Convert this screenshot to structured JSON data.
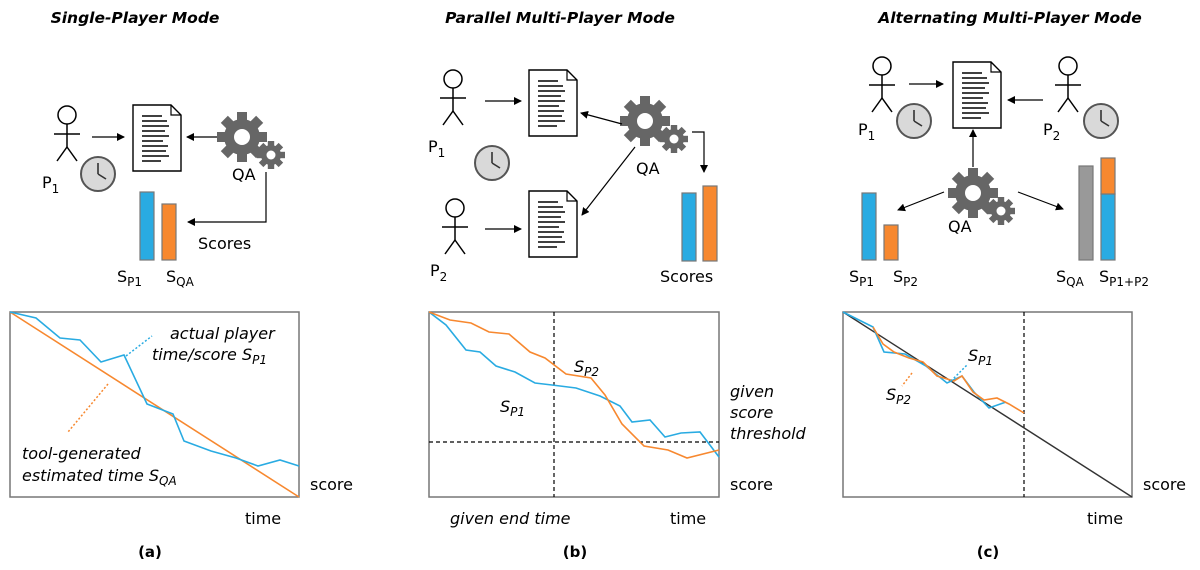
{
  "colors": {
    "blue": "#29abe2",
    "orange": "#f7882f",
    "gray": "#999999",
    "gear": "#666666"
  },
  "icons": [
    "stick-figure-icon",
    "clock-icon",
    "document-icon",
    "gear-icon",
    "bar-chart-icon"
  ],
  "panels": [
    {
      "title": "Single-Player Mode",
      "caption": "(a)",
      "labels": {
        "p1": "P",
        "p1_sub": "1",
        "qa": "QA",
        "scores": "Scores",
        "s_p1": "S",
        "s_p1_sub": "P1",
        "s_qa": "S",
        "s_qa_sub": "QA",
        "ann_player_1": "actual player",
        "ann_player_2": "time/score ",
        "ann_player_sym": "S",
        "ann_player_sub": "P1",
        "ann_tool_1": "tool-generated",
        "ann_tool_2": "estimated time ",
        "ann_tool_sym": "S",
        "ann_tool_sub": "QA",
        "ylabel": "score",
        "xlabel": "time"
      }
    },
    {
      "title": "Parallel Multi-Player Mode",
      "caption": "(b)",
      "labels": {
        "p1": "P",
        "p1_sub": "1",
        "p2": "P",
        "p2_sub": "2",
        "qa": "QA",
        "scores": "Scores",
        "s_p1": "S",
        "s_p1_sub": "P1",
        "s_p2": "S",
        "s_p2_sub": "P2",
        "threshold_1": "given",
        "threshold_2": "score",
        "threshold_3": "threshold",
        "ylabel": "score",
        "xlabel": "time",
        "end_time": "given end time"
      }
    },
    {
      "title": "Alternating Multi-Player Mode",
      "caption": "(c)",
      "labels": {
        "p1": "P",
        "p1_sub": "1",
        "p2": "P",
        "p2_sub": "2",
        "qa": "QA",
        "s_p1": "S",
        "s_p1_sub": "P1",
        "s_p2": "S",
        "s_p2_sub": "P2",
        "s_qa": "S",
        "s_qa_sub": "QA",
        "s_p1p2": "S",
        "s_p1p2_sub": "P1+P2",
        "plot_p1": "S",
        "plot_p1_sub": "P1",
        "plot_p2": "S",
        "plot_p2_sub": "P2",
        "ylabel": "score",
        "xlabel": "time"
      }
    }
  ]
}
